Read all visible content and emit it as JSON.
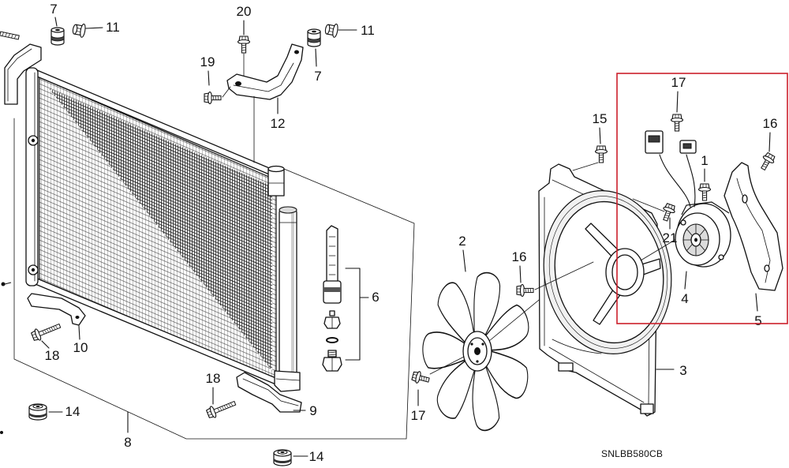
{
  "diagram": {
    "callouts": [
      "7",
      "11",
      "20",
      "11",
      "19",
      "7",
      "12",
      "15",
      "17",
      "16",
      "1",
      "21",
      "2",
      "16",
      "6",
      "4",
      "5",
      "10",
      "18",
      "18",
      "3",
      "9",
      "14",
      "17",
      "8",
      "14"
    ],
    "part_code": "SNLBB580CB",
    "highlight_color": "#cc1f2b"
  }
}
